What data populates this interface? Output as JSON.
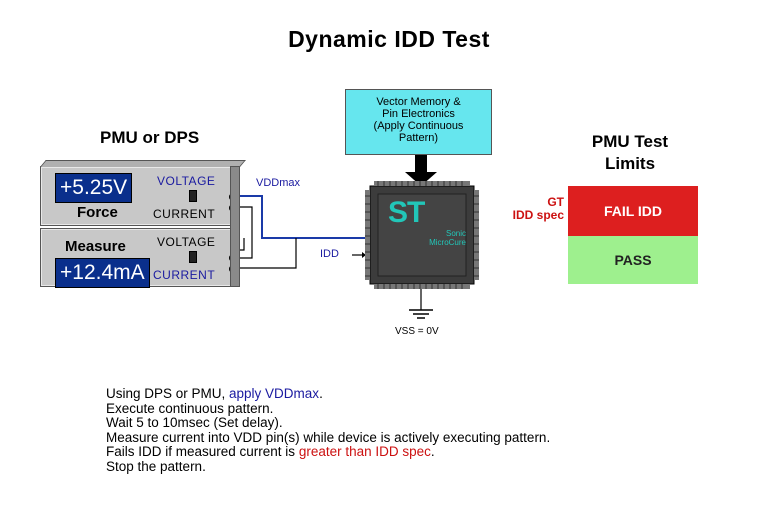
{
  "title": "Dynamic IDD Test",
  "pmu": {
    "heading": "PMU or DPS",
    "force_unit": {
      "display": "+5.25V",
      "label": "Force",
      "voltage_label": "VOLTAGE",
      "current_label": "CURRENT"
    },
    "measure_unit": {
      "display": "+12.4mA",
      "label": "Measure",
      "voltage_label": "VOLTAGE",
      "current_label": "CURRENT"
    }
  },
  "wires": {
    "vddmax_label": "VDDmax",
    "idd_label": "IDD"
  },
  "vector_box": {
    "line1": "Vector Memory &",
    "line2": "Pin Electronics",
    "line3": "(Apply Continuous",
    "line4": "Pattern)"
  },
  "chip": {
    "logo": "ST",
    "caption_line1": "Sonic",
    "caption_line2": "MicroCure"
  },
  "ground": {
    "label": "VSS = 0V"
  },
  "limits": {
    "heading_line1": "PMU Test",
    "heading_line2": "Limits",
    "gt_line1": "GT",
    "gt_line2": "IDD spec",
    "fail_label": "FAIL IDD",
    "pass_label": "PASS",
    "fail_color": "#dd1f1f",
    "pass_color": "#9ef08e"
  },
  "notes": {
    "line1_prefix": "Using DPS or PMU, ",
    "line1_highlight": "apply VDDmax",
    "line1_suffix": ".",
    "line2": "Execute continuous pattern.",
    "line3": "Wait 5 to 10msec (Set delay).",
    "line4": "Measure current into VDD pin(s) while device is actively executing pattern.",
    "line5_prefix": "Fails IDD if measured current is ",
    "line5_highlight": "greater than IDD spec",
    "line5_suffix": ".",
    "line6": "Stop the pattern."
  }
}
